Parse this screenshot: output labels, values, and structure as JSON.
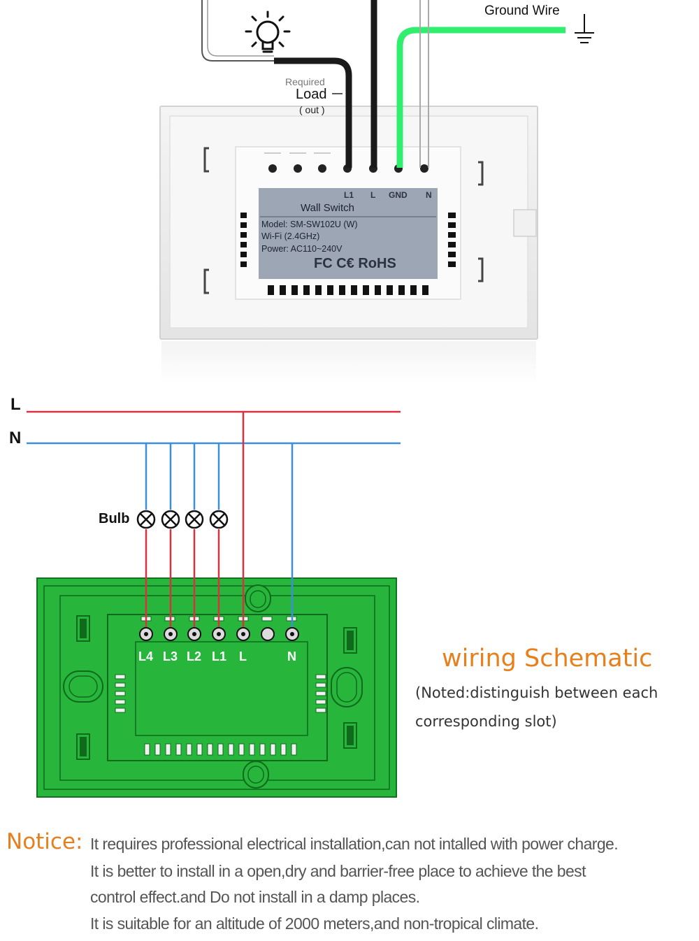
{
  "top_diagram": {
    "ground_wire_label": "Ground Wire",
    "load_required": "Required",
    "load_label": "Load",
    "load_out": "( out )",
    "terminal_labels": [
      "L1",
      "L",
      "GND",
      "N"
    ],
    "label_panel": {
      "title": "Wall Switch",
      "model": "Model: SM-SW102U (W)",
      "wifi": "Wi-Fi (2.4GHz)",
      "power": "Power: AC110~240V",
      "certs": "FC C€ RoHS"
    },
    "colors": {
      "ground_wire": "#30ee6e",
      "load_wire": "#1a1a1a",
      "panel_label_bg": "#9da6b4"
    }
  },
  "schematic": {
    "bus_l": "L",
    "bus_n": "N",
    "bulb_label": "Bulb",
    "terminal_labels": [
      "L4",
      "L3",
      "L2",
      "L1",
      "L",
      "N"
    ],
    "title": "wiring Schematic",
    "note_line1": "(Noted:distinguish between each",
    "note_line2": "corresponding slot)",
    "colors": {
      "live": "#d8313f",
      "neutral": "#3d8fdc",
      "board": "#27b53c"
    }
  },
  "notice": {
    "label": "Notice:",
    "line1": "It requires professional electrical installation,can not intalled with power charge.",
    "line2": "It is better to install in a open,dry and barrier-free place to achieve the best",
    "line3": "control effect.and Do not install in a damp places.",
    "line4": "It is suitable for an altitude of 2000 meters,and non-tropical climate."
  }
}
